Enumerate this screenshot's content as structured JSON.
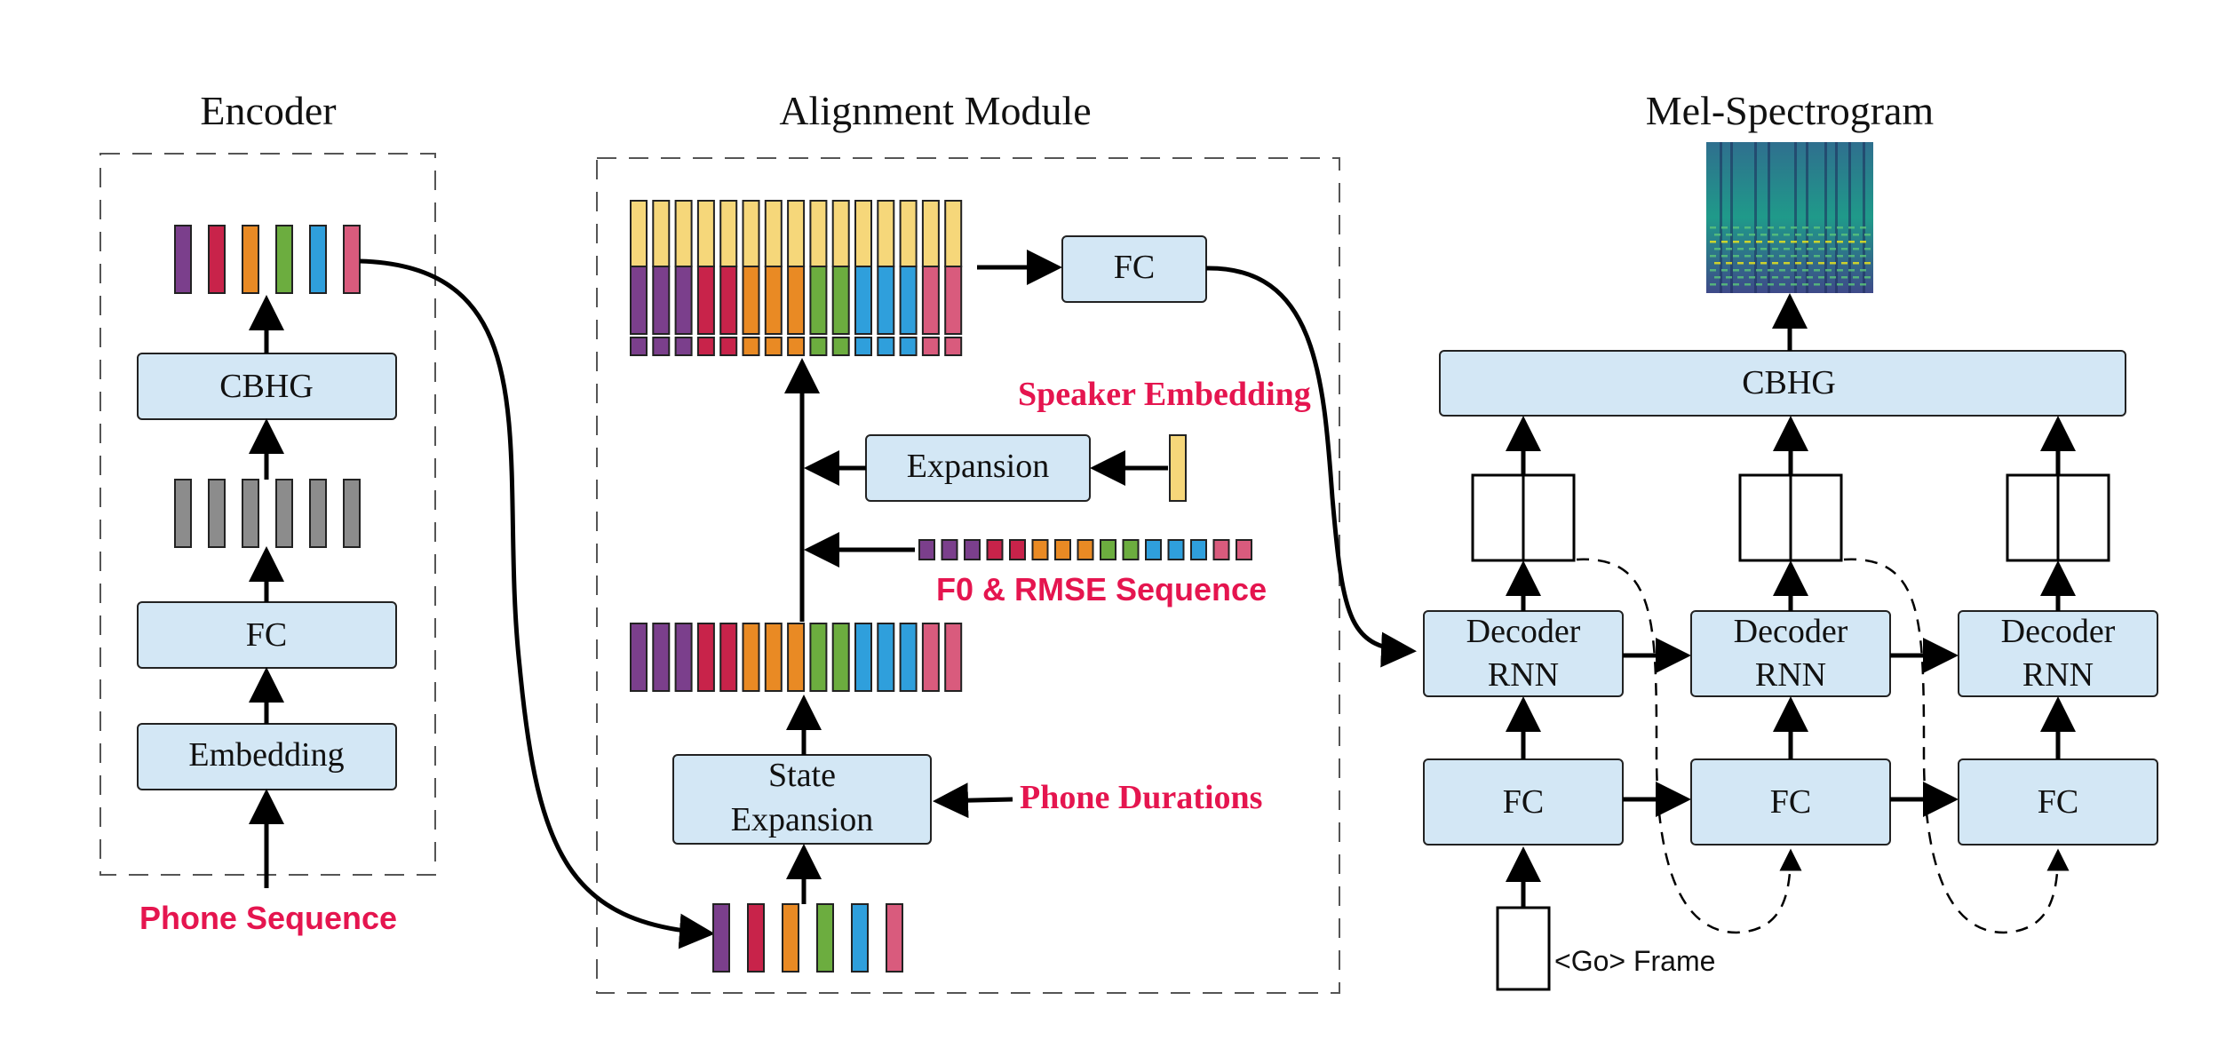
{
  "titles": {
    "encoder": "Encoder",
    "alignment": "Alignment Module",
    "melspec": "Mel-Spectrogram"
  },
  "encoder": {
    "cbhg": "CBHG",
    "fc": "FC",
    "embedding": "Embedding",
    "input_label": "Phone Sequence"
  },
  "alignment": {
    "fc": "FC",
    "expansion": "Expansion",
    "state_expansion_line1": "State",
    "state_expansion_line2": "Expansion",
    "speaker_embedding": "Speaker Embedding",
    "f0_rmse": "F0 & RMSE Sequence",
    "phone_durations": "Phone Durations"
  },
  "decoder": {
    "cbhg": "CBHG",
    "rnn_line1": "Decoder",
    "rnn_line2": "RNN",
    "fc": "FC",
    "go_frame": "<Go> Frame"
  },
  "colors": {
    "phones": [
      "#7b3f8c",
      "#c8234a",
      "#e98a24",
      "#6cad3f",
      "#2f9fdc",
      "#d95b7d"
    ],
    "speaker": "#f6d77a",
    "hidden": "#8c8c8c",
    "box_fill": "#d3e7f5",
    "label_red": "#e5154f"
  }
}
